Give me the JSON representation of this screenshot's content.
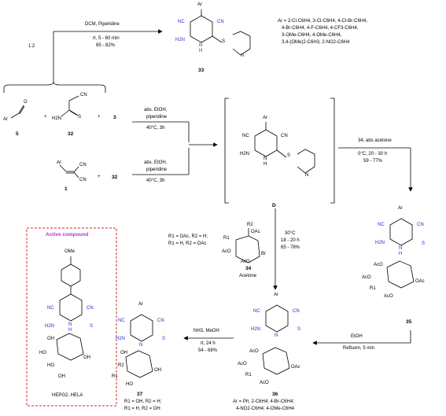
{
  "scheme": {
    "ratio_label": "1:2",
    "top": {
      "cond1": "DCM, Piperidine",
      "cond2": "rt, 5 - 60 min",
      "cond3": "65 - 82%",
      "product": "33",
      "ar_list": [
        "Ar = 2-Cl-C6H4, 3-Cl-C6H4, 4-Cl-Br-C6H4,",
        "4-Br-C6H4, 4-F-C6H4, 4-CF3-C6H4,",
        "3-OMe-C6H4, 4-OMe-C6H4,",
        "3,4-(OMe)2-C6H3, 2-NO2-C6H4"
      ]
    },
    "reagents": {
      "aldehyde": "5",
      "cyanothioacetamide": "32",
      "compound3": "3",
      "alkene": "1",
      "plus": "+"
    },
    "mid": {
      "c1a": "abs. EtOH,",
      "c1b": "piperidine",
      "c1c": "40°C, 3h",
      "c2a": "abs. EtOH,",
      "c2b": "piperidine",
      "c2c": "40°C, 3h",
      "reagent3": "3",
      "reagent32": "32",
      "intermediate": "D"
    },
    "right": {
      "c1": "34, abs acetone",
      "c2": "0°C, 20 - 30 h",
      "c3": "59 - 77%",
      "product": "35"
    },
    "sugar": {
      "r1": "R1 = OAc, R2 = H;",
      "r2": "R1 = H, R2 = OAc",
      "label": "34",
      "solvent": "Acetone"
    },
    "down": {
      "c1": "30°C",
      "c2": "18 - 20 h",
      "c3": "65 - 78%"
    },
    "reflux": {
      "c1": "EtOH",
      "c2": "Refluxm, 5 min"
    },
    "p36": {
      "label": "36",
      "ar1": "Ar = Ph; 2-C6H4; 4-Br-C6H4;",
      "ar2": "4-NO2-C6H4; 4-OMe-C6H4"
    },
    "nh3": {
      "c1": "NH3, MeOH",
      "c2": "rt, 24 h",
      "c3": "54 - 68%"
    },
    "p37": {
      "label": "37",
      "r1": "R1 = OH, R2 = H;",
      "r2": "R1 = H, R2 = OH"
    },
    "active": {
      "title": "Active compound",
      "cells": "HEPG2, HELA"
    },
    "atoms": {
      "Ar": "Ar",
      "CN": "CN",
      "NC": "NC",
      "H2N": "H2N",
      "N": "N",
      "H": "H",
      "S": "S",
      "O": "O",
      "Br": "Br",
      "OMe": "OMe",
      "OAc": "OAc",
      "AcO": "AcO",
      "HO": "HO",
      "OH": "OH",
      "R1": "R1",
      "R2": "R2"
    }
  },
  "colors": {
    "accent": "#2a2ad6",
    "highlight": "#b233d6",
    "box": "#d62a2a"
  }
}
